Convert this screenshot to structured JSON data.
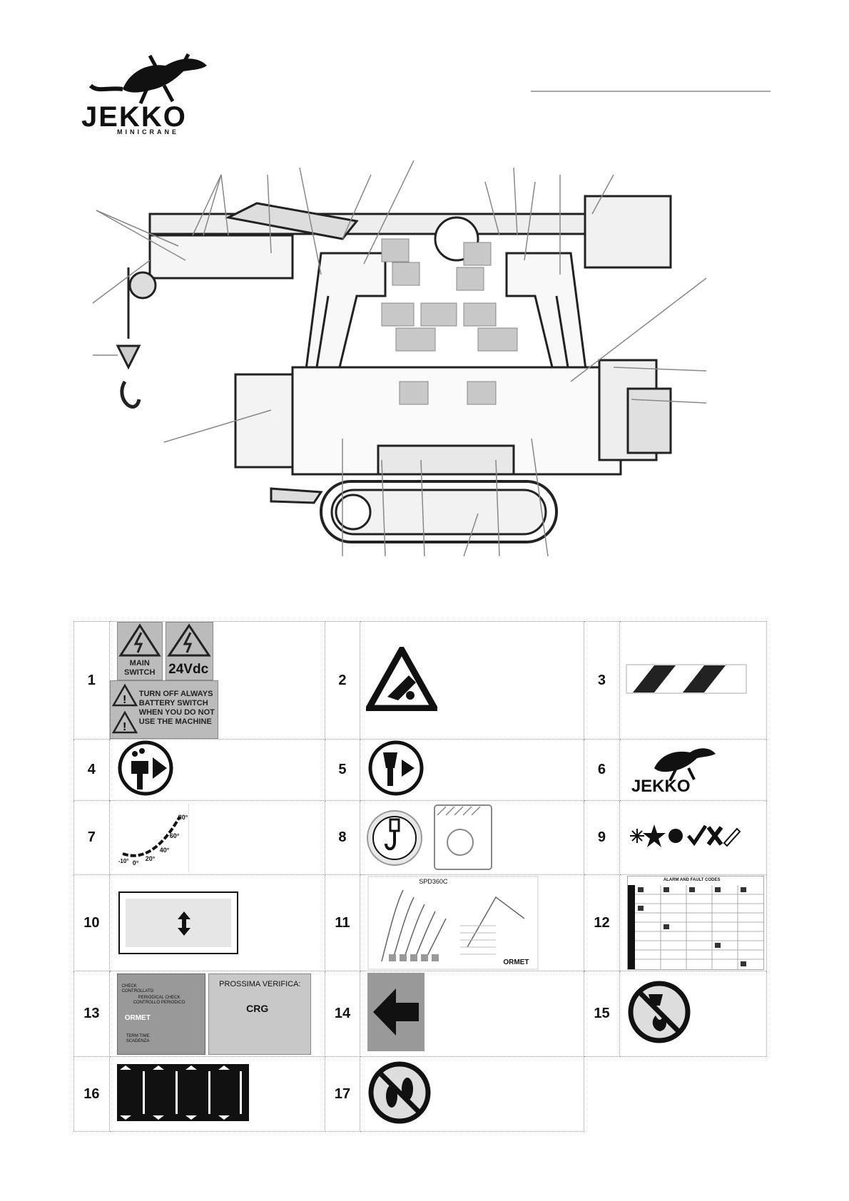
{
  "brand": {
    "name": "JEKKO",
    "sub": "MINICRANE"
  },
  "rows": [
    [
      {
        "n": "1",
        "id": "electrical-warning-decals",
        "labels": {
          "main_switch": "MAIN\nSWITCH",
          "voltage": "24Vdc",
          "battery": "TURN OFF ALWAYS\nBATTERY SWITCH\nWHEN YOU DO NOT\nUSE THE MACHINE"
        }
      },
      {
        "n": "2",
        "id": "crush-hazard-decal"
      },
      {
        "n": "3",
        "id": "hazard-stripe-decal"
      }
    ],
    [
      {
        "n": "4",
        "id": "paint-brush-decal"
      },
      {
        "n": "5",
        "id": "grease-point-decal"
      },
      {
        "n": "6",
        "id": "jekko-logo-decal"
      }
    ],
    [
      {
        "n": "7",
        "id": "angle-indicator-decal",
        "ticks": [
          "-10°",
          "0°",
          "20°",
          "40°",
          "60°",
          "80°"
        ]
      },
      {
        "n": "8",
        "id": "hook-lifting-decals"
      },
      {
        "n": "9",
        "id": "control-symbols-decal"
      }
    ],
    [
      {
        "n": "10",
        "id": "level-arrow-decal"
      },
      {
        "n": "11",
        "id": "load-chart-decal",
        "model": "SPD360C",
        "maker": "ORMET"
      },
      {
        "n": "12",
        "id": "alarm-codes-decal",
        "heading": "ALARM AND FAULT CODES"
      }
    ],
    [
      {
        "n": "13",
        "id": "periodic-check-decals",
        "check": "CHECK\nCONTROLLATO",
        "periodical": "PERIODICAL CHECK\nCONTROLLO PERIODICO",
        "maker": "ORMET",
        "term": "TERM TIME\nSCADENZA",
        "next": "PROSSIMA VERIFICA:",
        "cert": "CRG"
      },
      {
        "n": "14",
        "id": "direction-arrow-decal"
      },
      {
        "n": "15",
        "id": "no-fire-decal"
      }
    ],
    [
      {
        "n": "16",
        "id": "lifting-points-decal"
      },
      {
        "n": "17",
        "id": "no-standing-decal"
      },
      null
    ]
  ]
}
